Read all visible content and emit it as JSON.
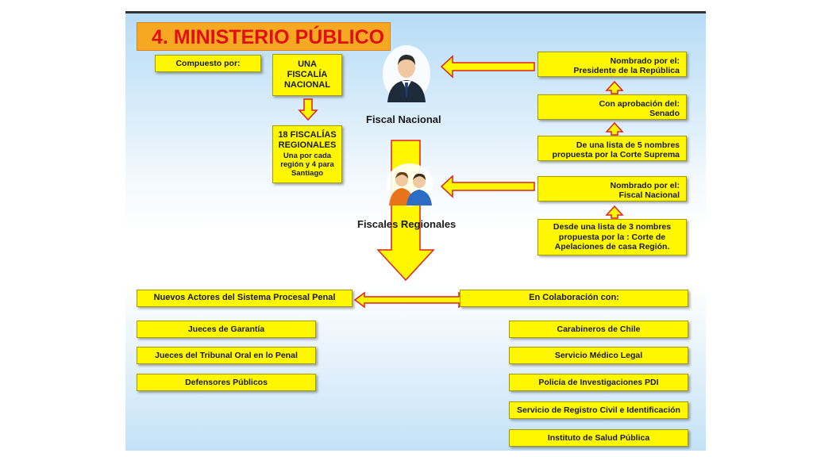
{
  "title": "4. MINISTERIO PÚBLICO",
  "compuesto": "Compuesto por:",
  "fiscalia_nacional": [
    "UNA",
    "FISCALÍA",
    "NACIONAL"
  ],
  "fiscalias_regionales": {
    "head": [
      "18 FISCALÍAS",
      "REGIONALES"
    ],
    "detail": [
      "Una por cada",
      "región y 4 para",
      "Santiago"
    ]
  },
  "fiscal_nacional_label": "Fiscal Nacional",
  "fiscales_regionales_label": "Fiscales Regionales",
  "right_chain_top": [
    [
      "Nombrado por el:",
      "Presidente de la República"
    ],
    [
      "Con aprobación del:",
      "Senado"
    ],
    [
      "De una lista de 5 nombres",
      "propuesta por la Corte Suprema"
    ]
  ],
  "right_chain_bottom": [
    [
      "Nombrado por el:",
      "Fiscal Nacional"
    ],
    [
      "Desde una lista de 3 nombres",
      "propuesta por la : Corte de",
      "Apelaciones de casa Región."
    ]
  ],
  "nuevos_actores": "Nuevos Actores del Sistema Procesal Penal",
  "colaboracion": "En Colaboración con:",
  "actores": [
    "Jueces de Garantía",
    "Jueces del Tribunal Oral en lo Penal",
    "Defensores Públicos"
  ],
  "colaboradores": [
    "Carabineros de Chile",
    "Servicio Médico Legal",
    "Policía de Investigaciones PDI",
    "Servicio de Registro Civil e Identificación",
    "Instituto de Salud Pública"
  ],
  "icons": [
    "businessman-icon",
    "two-people-icon",
    "arrow-icons"
  ],
  "colors": {
    "box": "#fff700",
    "title_bg": "#f7a823",
    "title_text": "#e01010",
    "arrow_outline": "#e02020"
  }
}
